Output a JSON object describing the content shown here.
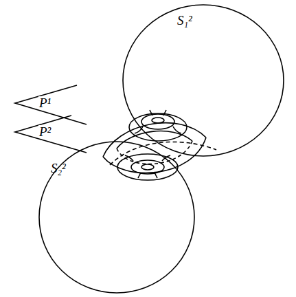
{
  "diagram": {
    "nodes": [
      {
        "text": [
          "S₁²"
        ]
      },
      {
        "text": [
          "S₂²"
        ]
      }
    ],
    "labels": [
      "P¹",
      "P²"
    ]
  }
}
